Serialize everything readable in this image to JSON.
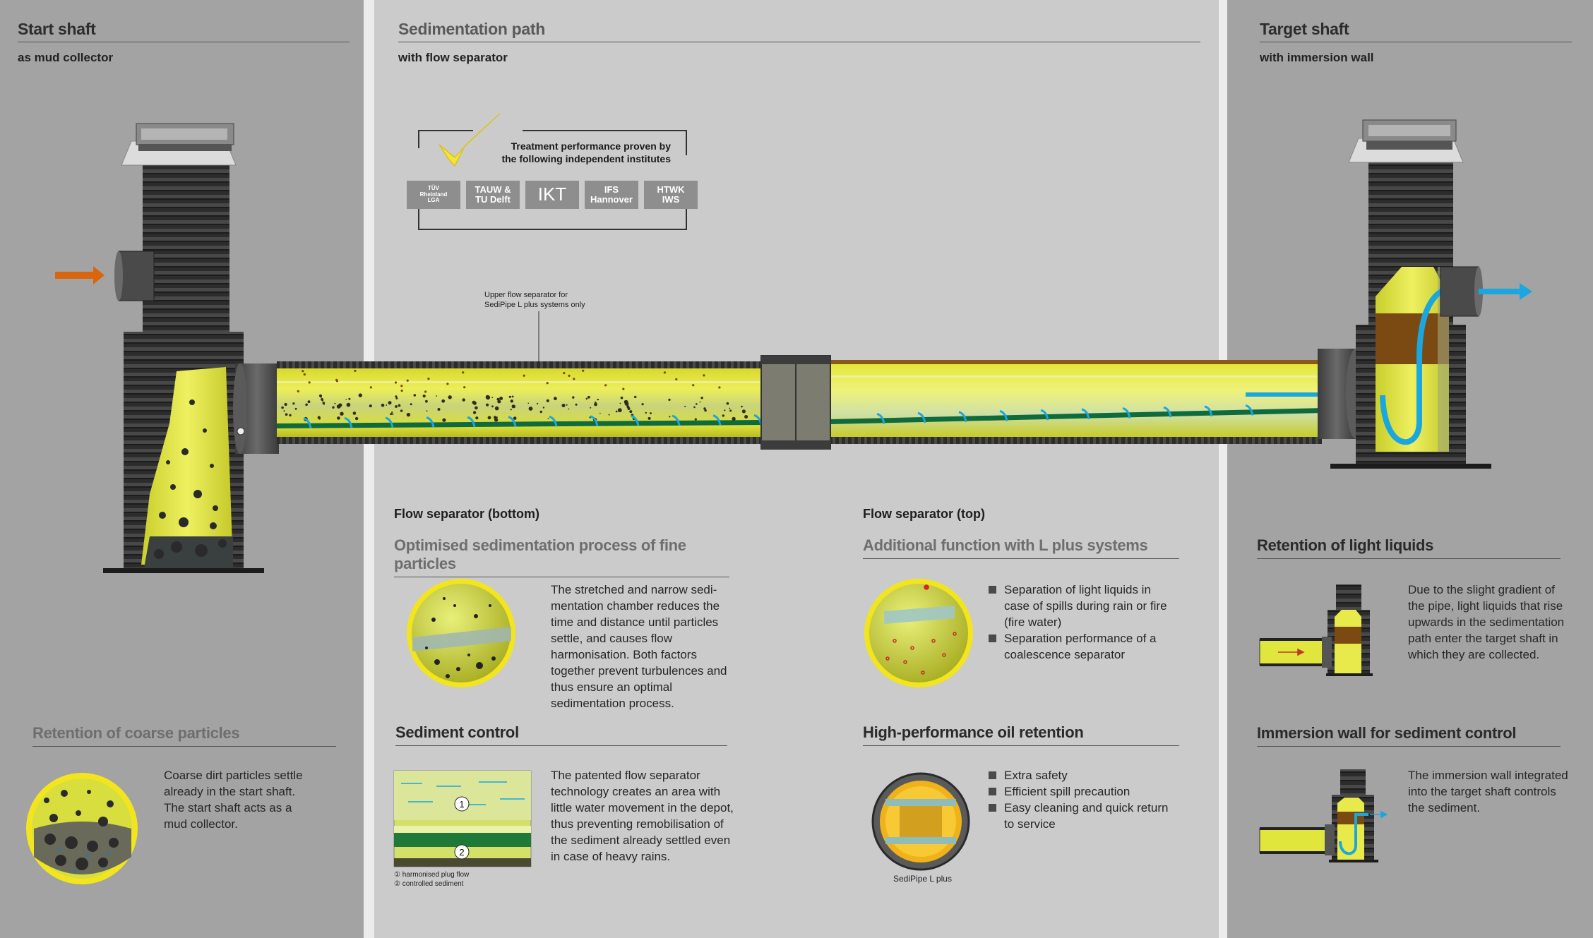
{
  "left": {
    "title": "Start shaft",
    "subtitle": "as mud collector",
    "section": {
      "heading": "Retention of coarse particles",
      "text": "Coarse dirt particles settle already in the start shaft. The start shaft acts as a mud collector."
    }
  },
  "middle": {
    "title": "Sedimentation path",
    "subtitle": "with flow separator",
    "certificate": {
      "text_line1": "Treatment performance proven by",
      "text_line2": "the following independent institutes",
      "badges": [
        {
          "l1": "TÜV",
          "l2": "Rheinland",
          "l3": "LGA"
        },
        {
          "l1": "TAUW &",
          "l2": "TU Delft",
          "l3": ""
        },
        {
          "l1": "IKT",
          "l2": "",
          "l3": ""
        },
        {
          "l1": "IFS",
          "l2": "Hannover",
          "l3": ""
        },
        {
          "l1": "HTWK",
          "l2": "IWS",
          "l3": ""
        }
      ]
    },
    "upper_note_l1": "Upper flow separator for",
    "upper_note_l2": "SediPipe L plus systems only",
    "bottom": {
      "label": "Flow separator (bottom)",
      "heading": "Optimised sedimentation process of fine particles",
      "text": "The stretched and narrow sedi-mentation chamber reduces the time and distance until particles settle, and causes flow harmonisation. Both factors together prevent turbulences and thus ensure an optimal sedimentation process.",
      "control_heading": "Sediment control",
      "control_text": "The patented flow separator technology creates an area with little water movement in the depot, thus preventing remobilisation of the sediment already settled even in case of heavy rains.",
      "legend_1": "harmonised plug flow",
      "legend_2": "controlled sediment",
      "marker_1": "1",
      "marker_2": "2"
    },
    "top": {
      "label": "Flow separator (top)",
      "heading": "Additional function with L plus systems",
      "bullets": [
        "Separation of light liquids in case of spills during rain or fire (fire water)",
        "Separation performance of a coalescence separator"
      ],
      "oil_heading": "High-performance oil retention",
      "oil_bullets": [
        "Extra safety",
        "Efficient spill precaution",
        "Easy cleaning and quick return to service"
      ],
      "caption": "SediPipe L plus"
    }
  },
  "right": {
    "title": "Target shaft",
    "subtitle": "with immersion wall",
    "light": {
      "heading": "Retention of light liquids",
      "text": "Due to the slight gradient of the pipe, light liquids that rise upwards in the sedimentation path enter the target shaft in which they are collected."
    },
    "immersion": {
      "heading": "Immersion wall for sediment control",
      "text": "The immersion wall integrated into the target shaft controls the sediment."
    }
  },
  "colors": {
    "yellow": "#e4e83a",
    "green": "#0f6b3d",
    "blue": "#1aa6df",
    "brown": "#7a4a12",
    "orange": "#d9650f",
    "black_pipe": "#2a2a2a"
  }
}
